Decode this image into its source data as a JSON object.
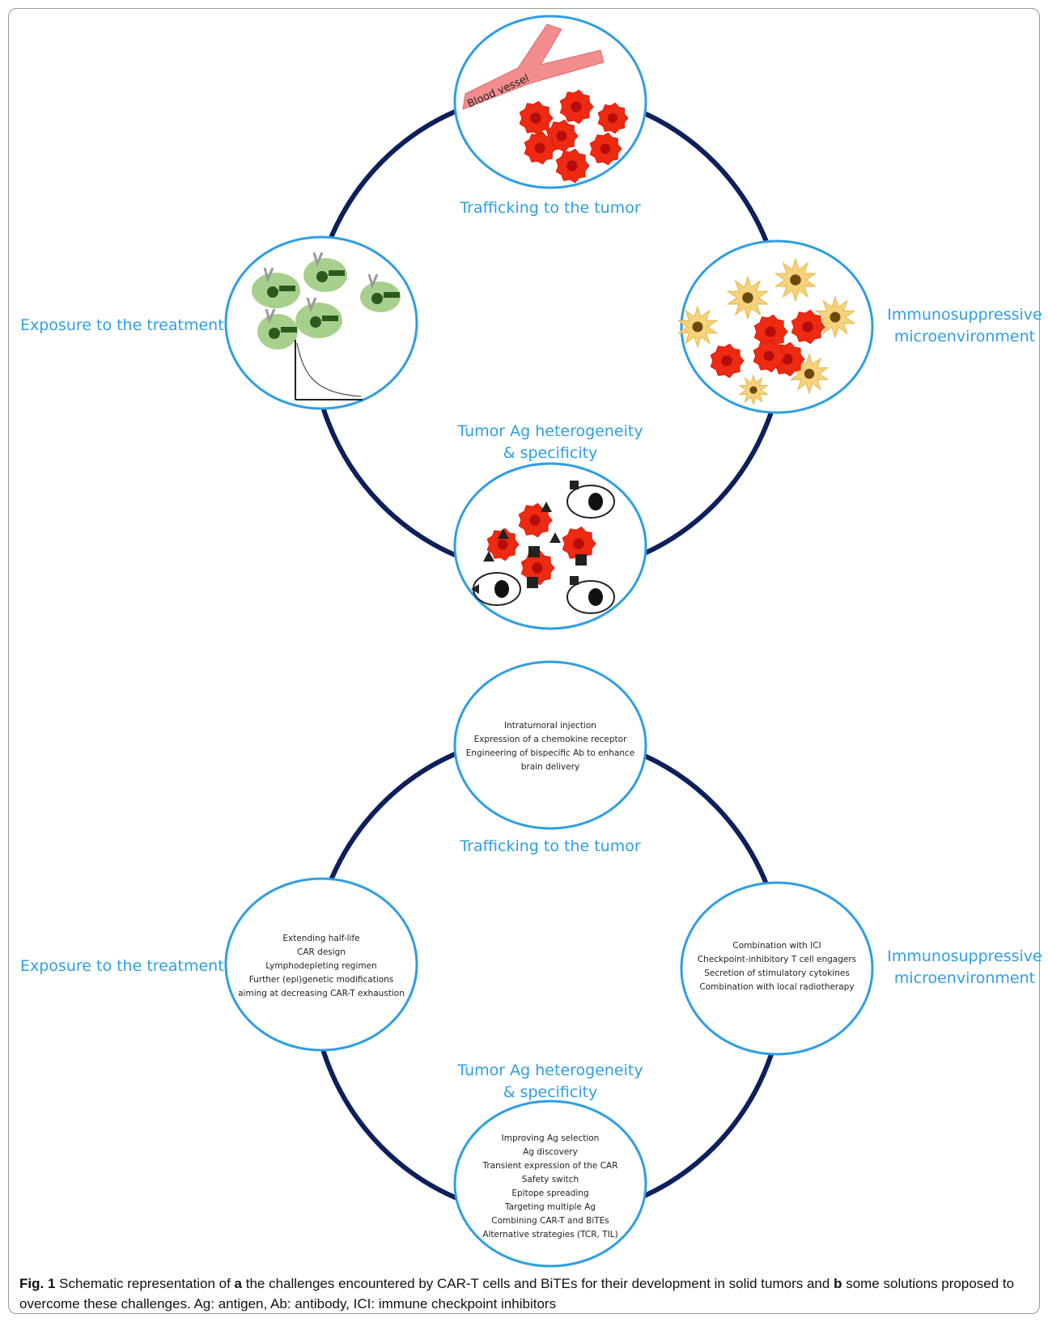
{
  "panel_a": {
    "top_label": "Trafficking to the tumor",
    "left_label": "Exposure to the treatment",
    "right_label_line1": "Immunosuppressive",
    "right_label_line2": "microenvironment",
    "bottom_label_line1": "Tumor Ag heterogeneity",
    "bottom_label_line2": "& specificity",
    "vessel_label": "Blood vessel"
  },
  "panel_b": {
    "top_label": "Trafficking to the tumor",
    "left_label": "Exposure to the treatment",
    "right_label_line1": "Immunosuppressive",
    "right_label_line2": "microenvironment",
    "bottom_label_line1": "Tumor Ag heterogeneity",
    "bottom_label_line2": "& specificity",
    "top_solutions": [
      "Intratumoral injection",
      "Expression of a chemokine receptor",
      "Engineering of bispecific Ab to enhance",
      "brain delivery"
    ],
    "left_solutions": [
      "Extending half-life",
      "CAR design",
      "Lymphodepleting regimen",
      "Further (epi)genetic modifications",
      "aiming at decreasing CAR-T exhaustion"
    ],
    "right_solutions": [
      "Combination with ICI",
      "Checkpoint-inhibitory T cell engagers",
      "Secretion of stimulatory cytokines",
      "Combination with local radiotherapy"
    ],
    "bottom_solutions": [
      "Improving Ag selection",
      "Ag discovery",
      "Transient expression of the CAR",
      "Safety switch",
      "Epitope spreading",
      "Targeting multiple Ag",
      "Combining CAR-T and BiTEs",
      "Alternative strategies (TCR, TIL)"
    ]
  },
  "caption": {
    "fig_label": "Fig. 1",
    "text_1": " Schematic representation of ",
    "bold_a": "a",
    "text_2": " the challenges encountered by CAR-T cells and BiTEs for their development in solid tumors and ",
    "bold_b": "b",
    "text_3": " some solutions proposed to overcome these challenges. Ag: antigen, Ab: antibody, ICI: immune checkpoint inhibitors"
  },
  "colors": {
    "ring": "#0d1f5c",
    "circle_border": "#2f9ee3",
    "label": "#2f9ee3",
    "tumor": "#ee2a12",
    "tumor_nucleus": "#b50d0d",
    "suppressor": "#f6d27a",
    "vessel": "#f38c8c",
    "cell_green": "#a8d08d",
    "dark_green": "#2b5a1e"
  }
}
